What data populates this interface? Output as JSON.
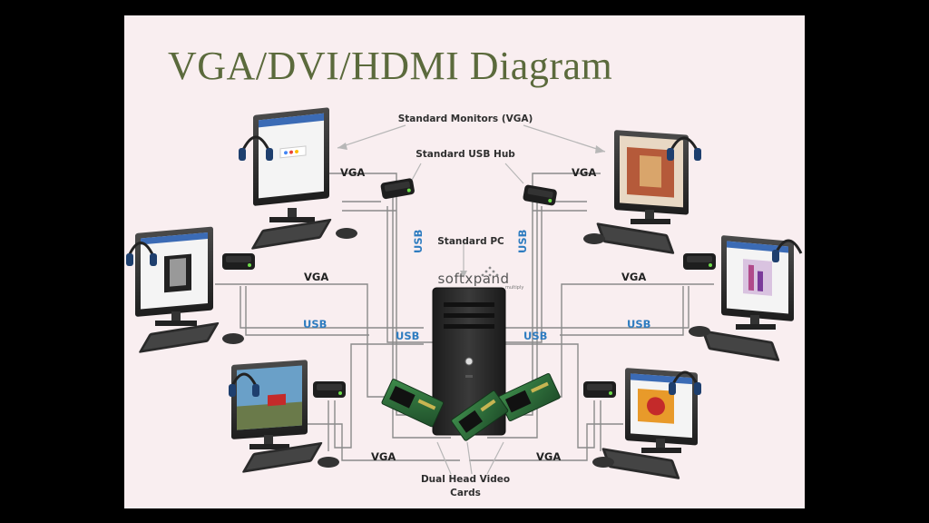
{
  "slide": {
    "title": "VGA/DVI/HDMI Diagram"
  },
  "labels": {
    "standard_monitors": "Standard Monitors (VGA)",
    "standard_usb_hub": "Standard USB Hub",
    "standard_pc": "Standard PC",
    "video_cards_line1": "Dual Head Video",
    "video_cards_line2": "Cards",
    "vga": "VGA",
    "usb": "USB"
  },
  "brand": {
    "logo_text": "softxpand",
    "logo_tagline": "multiply"
  },
  "colors": {
    "slide_bg": "#f9eef0",
    "title": "#5b6a3c",
    "usb_label": "#2e7cc0",
    "pc_case": "#2a2a2a",
    "video_card": "#2f6b3a",
    "hub": "#1e1e1e",
    "hub_led": "#6ddc4a"
  }
}
